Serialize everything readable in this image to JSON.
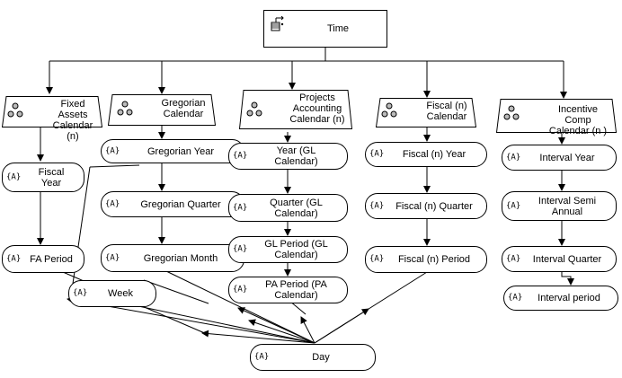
{
  "root": {
    "label": "Time"
  },
  "hierarchies": {
    "fixed_assets": "Fixed Assets\nCalendar (n)",
    "gregorian": "Gregorian\nCalendar",
    "projects": "Projects\nAccounting\nCalendar (n)",
    "fiscal": "Fiscal (n)\nCalendar",
    "incentive": "Incentive Comp\nCalendar (n )"
  },
  "levels": {
    "fiscal_year": "Fiscal\nYear",
    "fa_period": "FA Period",
    "gregorian_year": "Gregorian Year",
    "gregorian_quarter": "Gregorian Quarter",
    "gregorian_month": "Gregorian Month",
    "week": "Week",
    "year_gl": "Year (GL\nCalendar)",
    "quarter_gl": "Quarter (GL\nCalendar)",
    "gl_period": "GL Period (GL\nCalendar)",
    "pa_period": "PA Period (PA\nCalendar)",
    "fiscal_n_year": "Fiscal (n) Year",
    "fiscal_n_quarter": "Fiscal (n) Quarter",
    "fiscal_n_period": "Fiscal (n) Period",
    "interval_year": "Interval Year",
    "interval_semi_annual": "Interval Semi\nAnnual",
    "interval_quarter": "Interval Quarter",
    "interval_period": "Interval period",
    "day": "Day"
  },
  "icons": {
    "root": "dimension-icon",
    "hierarchy": "hierarchy-icon",
    "level": "level-icon"
  },
  "colors": {
    "line": "#000000",
    "fill": "#ffffff"
  }
}
